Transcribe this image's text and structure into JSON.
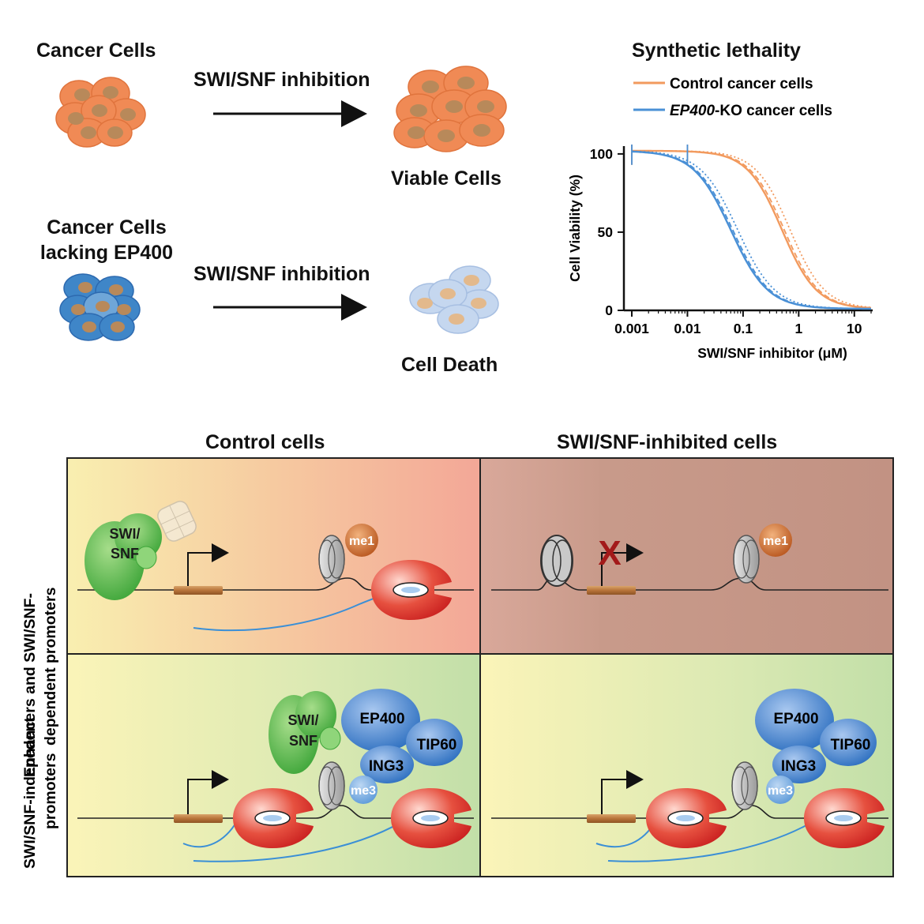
{
  "top": {
    "cancer_cells": "Cancer Cells",
    "cancer_cells_lacking_line1": "Cancer Cells",
    "cancer_cells_lacking_line2": "lacking EP400",
    "inhibition_1": "SWI/SNF inhibition",
    "inhibition_2": "SWI/SNF inhibition",
    "viable_cells": "Viable Cells",
    "cell_death": "Cell Death"
  },
  "colors": {
    "orange_cell": "#f08a55",
    "orange_nucleus": "#b8895a",
    "blue_cell": "#3f86c8",
    "pale_cell": "#c5d7ef",
    "control_line": "#f29a5e",
    "ko_line": "#4a90d6",
    "swisnf_green": "#3fa63a",
    "ep400_blue": "#2d6fc0",
    "pol_red": "#d92a2a",
    "me1_brown": "#b8561e"
  },
  "chart_data": {
    "type": "line",
    "title": "Synthetic lethality",
    "xlabel": "SWI/SNF inhibitor (μM)",
    "ylabel": "Cell Viability (%)",
    "xscale": "log",
    "xlim": [
      0.001,
      20
    ],
    "ylim": [
      0,
      105
    ],
    "xticks": [
      "0.001",
      "0.01",
      "0.1",
      "1",
      "10"
    ],
    "yticks": [
      "0",
      "50",
      "100"
    ],
    "legend_position": "top",
    "series": [
      {
        "name": "Control cancer cells",
        "color": "#f29a5e",
        "ec50": [
          0.5,
          0.55,
          0.7
        ],
        "hill": 1.4
      },
      {
        "name": "-KO cancer cells",
        "name_italic_prefix": "EP400",
        "color": "#4a90d6",
        "ec50": [
          0.06,
          0.065,
          0.08
        ],
        "hill": 1.3
      }
    ]
  },
  "bottom": {
    "col_control": "Control cells",
    "col_inhibited": "SWI/SNF-inhibited cells",
    "row1_line1": "Enhancers and SWI/SNF-",
    "row1_line2": "dependent promoters",
    "row2_line1": "SWI/SNF-indepedent",
    "row2_line2": "promoters",
    "swi": "SWI/",
    "snf": "SNF",
    "me1": "me1",
    "me3": "me3",
    "ep400": "EP400",
    "tip60": "TIP60",
    "ing3": "ING3",
    "x_mark": "X"
  }
}
